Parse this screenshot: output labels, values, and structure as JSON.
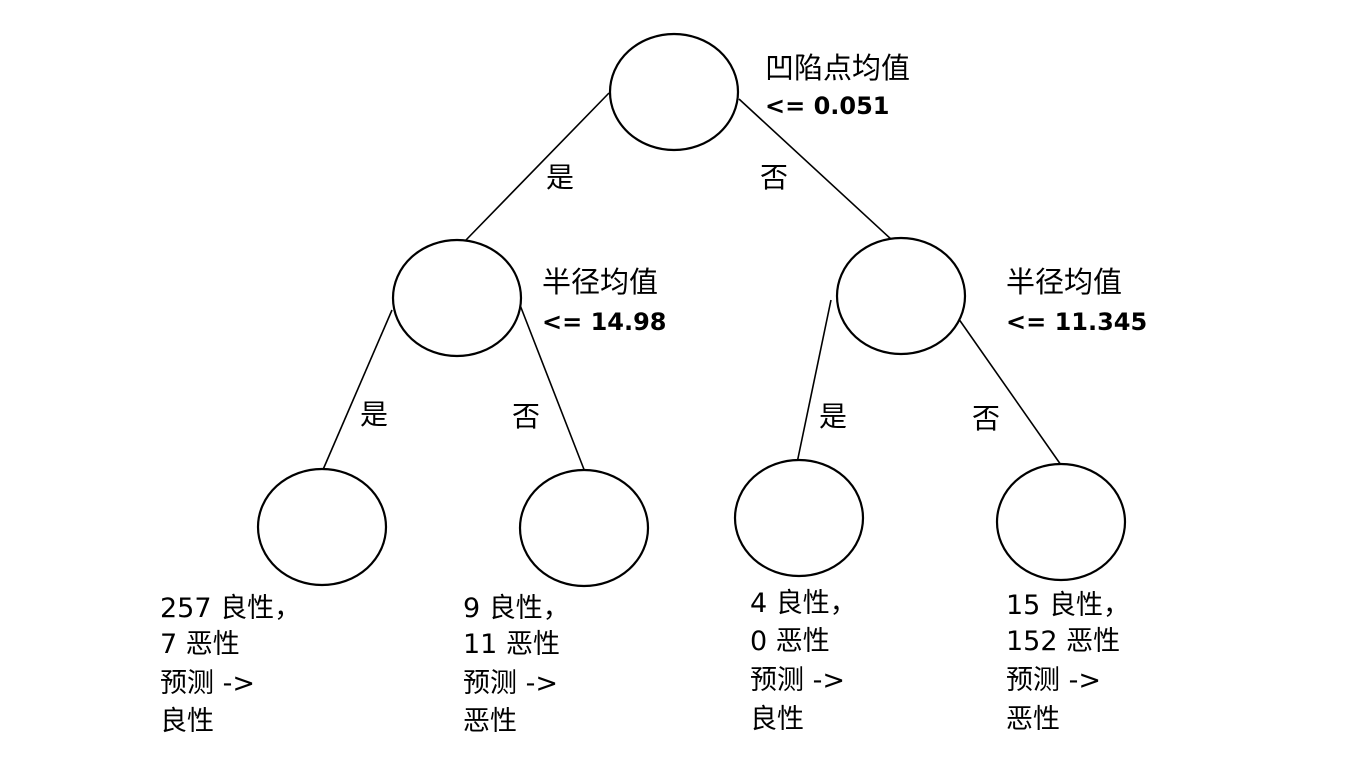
{
  "root": {
    "feature": "凹陷点均值",
    "threshold": "<= 0.051",
    "yes_label": "是",
    "no_label": "否"
  },
  "left": {
    "feature": "半径均值",
    "threshold": "<= 14.98",
    "yes_label": "是",
    "no_label": "否"
  },
  "right": {
    "feature": "半径均值",
    "threshold": "<= 11.345",
    "yes_label": "是",
    "no_label": "否"
  },
  "leaves": [
    {
      "line1": "257 良性，",
      "line2": "7 恶性",
      "line3": "预测 ->",
      "line4": "良性"
    },
    {
      "line1": "9 良性，",
      "line2": "11 恶性",
      "line3": "预测 ->",
      "line4": "恶性"
    },
    {
      "line1": "4 良性，",
      "line2": "0 恶性",
      "line3": "预测 ->",
      "line4": "良性"
    },
    {
      "line1": "15 良性，",
      "line2": "152 恶性",
      "line3": "预测 ->",
      "line4": "恶性"
    }
  ]
}
